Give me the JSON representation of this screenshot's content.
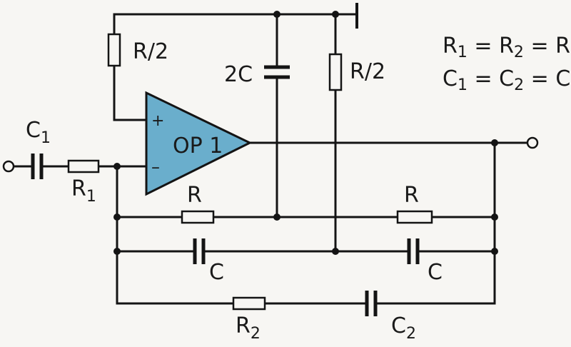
{
  "diagram": {
    "op_amp": {
      "label": "OP 1",
      "plus": "+",
      "minus": "–",
      "fill": "#6aaecc"
    },
    "labels": {
      "r_half_left": {
        "main": "R",
        "sep": "/",
        "sub": "2"
      },
      "r_half_right": {
        "main": "R",
        "sep": "/",
        "sub": "2"
      },
      "cap_2c": "2C",
      "c1": {
        "main": "C",
        "sub": "1"
      },
      "r1": {
        "main": "R",
        "sub": "1"
      },
      "r_mid_left": "R",
      "r_mid_right": "R",
      "c_mid_left": "C",
      "c_mid_right": "C",
      "r2": {
        "main": "R",
        "sub": "2"
      },
      "c2": {
        "main": "C",
        "sub": "2"
      }
    },
    "equations": {
      "line1": {
        "a": "R",
        "a_sub": "1",
        "eq1": " = R",
        "b_sub": "2",
        "eq2": " = R"
      },
      "line2": {
        "a": "C",
        "a_sub": "1",
        "eq1": " = C",
        "b_sub": "2",
        "eq2": " = C"
      }
    }
  }
}
